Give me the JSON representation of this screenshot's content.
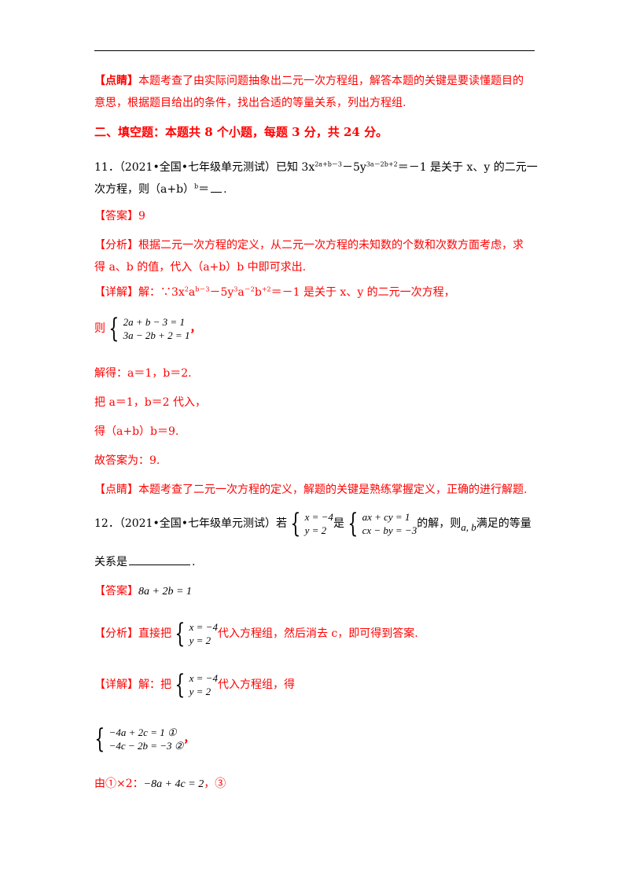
{
  "review1": {
    "tag": "【点睛】",
    "line1": "本题考查了由实际问题抽象出二元一次方程组，解答本题的关键是要读懂题目的",
    "line2": "意思，根据题目给出的条件，找出合适的等量关系，列出方程组."
  },
  "section2_heading": "二、填空题：本题共 8 个小题，每题 3 分，共 24 分。",
  "q11": {
    "prefix": "11．（2021•全国•七年级单元测试）已知 3x",
    "exp1": "2a+b－3",
    "mid": "－5y",
    "exp2": "3a－2b+2",
    "suffix": "＝－1 是关于 x、y 的二元一",
    "line2_pre": "次方程，则（a+b）",
    "line2_sup": "b",
    "line2_post": "＝",
    "line2_end": "."
  },
  "ans11": {
    "tag": "【答案】",
    "value": "9"
  },
  "analysis11": {
    "tag": "【分析】",
    "line1": "根据二元一次方程的定义，从二元一次方程的未知数的个数和次数方面考虑，求",
    "line2": "得 a、b 的值，代入（a+b）b 中即可求出."
  },
  "detail11": {
    "tag": "【详解】",
    "text_pre": "解：∵3x",
    "e1": "2",
    "t1": "a",
    "e2": "b－3",
    "t2": "－5y",
    "e3": "3",
    "t3": "a",
    "e4": "－2",
    "t4": "b",
    "e5": "+2",
    "text_post": "＝－1 是关于 x、y 的二元一次方程，",
    "then": "则",
    "row1": "2a + b − 3 = 1",
    "row2": "3a − 2b + 2 = 1",
    "comma": "，",
    "solve": "解得：a＝1，b＝2.",
    "sub": "把 a＝1，b＝2 代入，",
    "get": "得（a+b）b＝9.",
    "final": "故答案为：9."
  },
  "review11": {
    "tag": "【点睛】",
    "text": "本题考查了二元一次方程的定义，解题的关键是熟练掌握定义，正确的进行解题."
  },
  "q12": {
    "prefix": "12．（2021•全国•七年级单元测试）若",
    "sys1_r1": "x = −4",
    "sys1_r2": "y = 2",
    "is": "是",
    "sys2_r1": "ax + cy = 1",
    "sys2_r2": "cx − by = −3",
    "suffix1": "的解，则",
    "ab": "a, b",
    "suffix2": "满足的等量",
    "line2": "关系是",
    "line2_end": "."
  },
  "ans12": {
    "tag": "【答案】",
    "value": "8a + 2b = 1"
  },
  "analysis12": {
    "tag": "【分析】",
    "pre": "直接把",
    "r1": "x = −4",
    "r2": "y = 2",
    "post": "代入方程组，然后消去 c，即可得到答案."
  },
  "detail12": {
    "tag": "【详解】",
    "pre": "解：把",
    "r1": "x = −4",
    "r2": "y = 2",
    "post": "代入方程组，得",
    "sysA_r1": "−4a + 2c = 1 ①",
    "sysA_r2": "−4c − 2b = −3 ②",
    "comma": "，",
    "step_pre": "由①×2：",
    "step_eq": "−8a + 4c = 2",
    "step_post": "，③"
  }
}
